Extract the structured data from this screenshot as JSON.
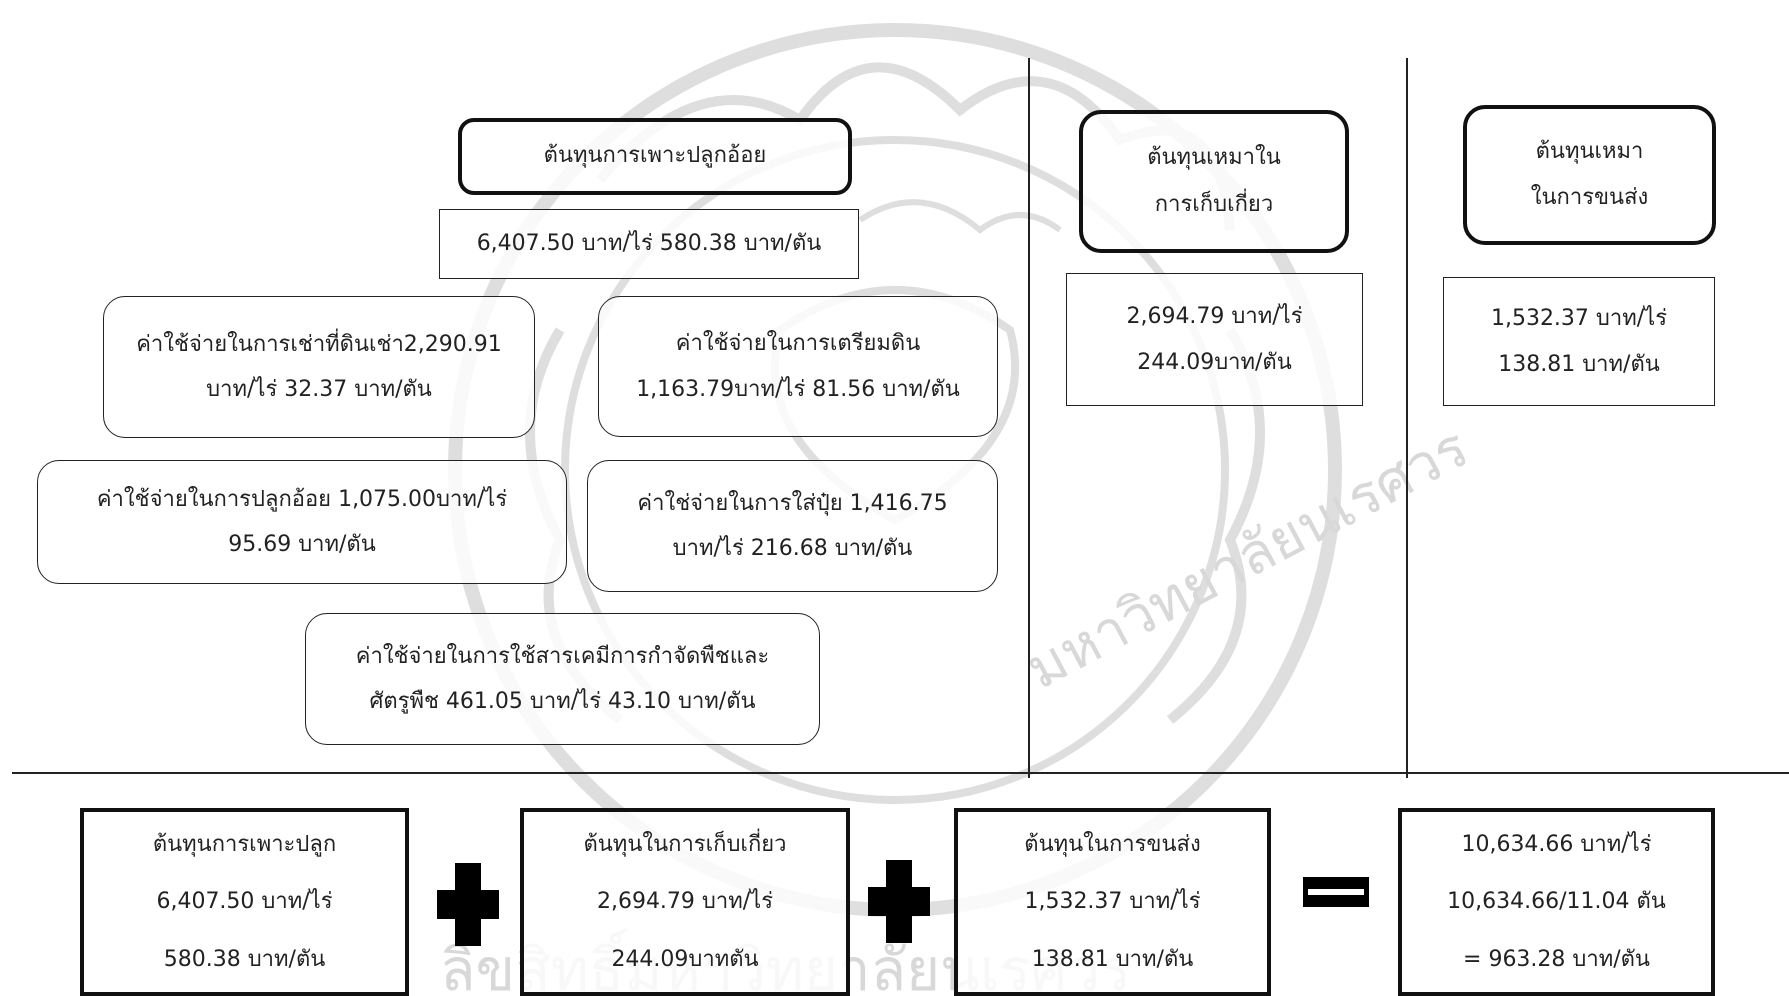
{
  "planting": {
    "title": "ต้นทุนการเพาะปลูกอ้อย",
    "cost": "6,407.50 บาท/ไร่ 580.38 บาท/ตัน",
    "items": [
      {
        "line1": "ค่าใช้จ่ายในการเช่าที่ดินเช่า2,290.91",
        "line2": "บาท/ไร่  32.37 บาท/ตัน"
      },
      {
        "line1": "ค่าใช้จ่ายในการเตรียมดิน",
        "line2": "1,163.79บาท/ไร่ 81.56 บาท/ตัน"
      },
      {
        "line1": "ค่าใช้จ่ายในการปลูกอ้อย  1,075.00บาท/ไร่",
        "line2": "95.69 บาท/ตัน"
      },
      {
        "line1": "ค่าใช่จ่ายในการใส่ปุ๋ย  1,416.75",
        "line2": "บาท/ไร่ 216.68 บาท/ตัน"
      },
      {
        "line1": "ค่าใช้จ่ายในการใช้สารเคมีการกำจัดพืชและ",
        "line2": "ศัตรูพืช 461.05 บาท/ไร่ 43.10 บาท/ตัน"
      }
    ]
  },
  "harvest": {
    "title_line1": "ต้นทุนเหมาใน",
    "title_line2": "การเก็บเกี่ยว",
    "cost_line1": "2,694.79 บาท/ไร่",
    "cost_line2": "244.09บาท/ตัน"
  },
  "transport": {
    "title_line1": "ต้นทุนเหมา",
    "title_line2": "ในการขนส่ง",
    "cost_line1": "1,532.37 บาท/ไร่",
    "cost_line2": "138.81 บาท/ตัน"
  },
  "summary": {
    "terms": [
      {
        "line1": "ต้นทุนการเพาะปลูก",
        "line2": "6,407.50 บาท/ไร่",
        "line3": "580.38 บาท/ตัน"
      },
      {
        "line1": "ต้นทุนในการเก็บเกี่ยว",
        "line2": "2,694.79 บาท/ไร่",
        "line3": "244.09บาทตัน"
      },
      {
        "line1": "ต้นทุนในการขนส่ง",
        "line2": "1,532.37 บาท/ไร่",
        "line3": "138.81 บาท/ตัน"
      }
    ],
    "result": {
      "line1": "10,634.66 บาท/ไร่",
      "line2": "10,634.66/11.04 ตัน",
      "line3": "= 963.28 บาท/ตัน"
    }
  },
  "watermark": {
    "arc_text": "มหาวิทยาลัยนเรศวร",
    "bottom_text": "ลิขสิทธิ์มหาวิทยาลัยนเรศวร"
  },
  "colors": {
    "border": "#111111",
    "watermark": "#d8d8d8"
  }
}
